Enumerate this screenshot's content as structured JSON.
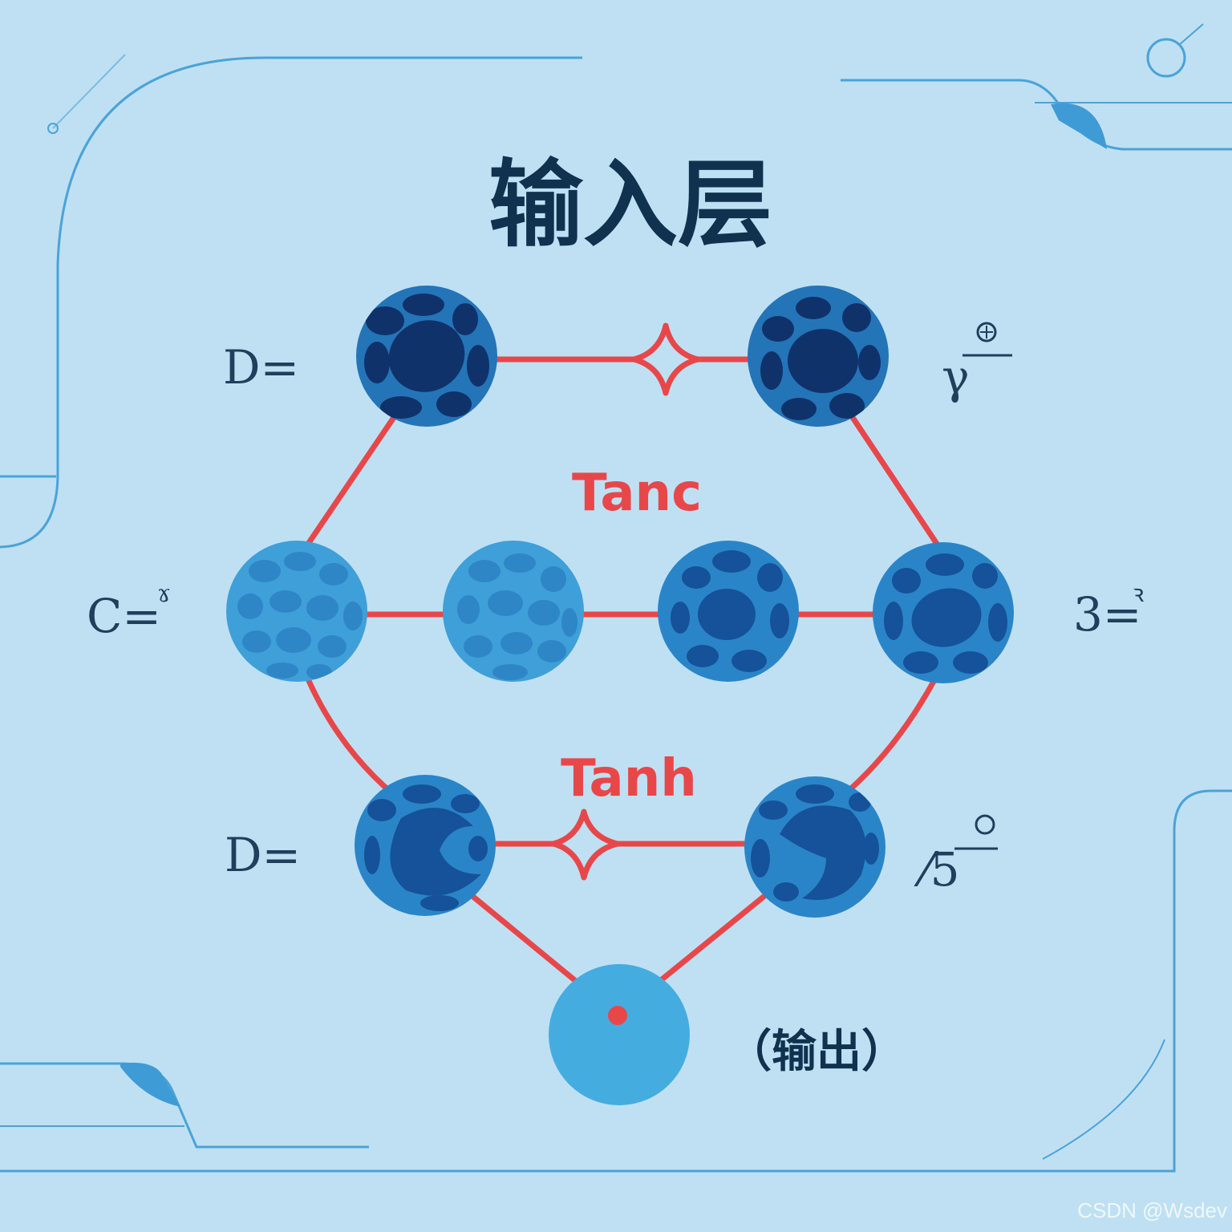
{
  "title": "输入层",
  "activations": {
    "top": "Tanc",
    "bottom": "Tanh"
  },
  "output_label": "（输出）",
  "equations": {
    "top_left": "D=",
    "top_right": "γ",
    "middle_left": "C=",
    "middle_left_sup": "ɤ",
    "middle_right": "3=",
    "middle_right_sup": "ꝛ",
    "bottom_left": "D=",
    "bottom_right": "⁄5"
  },
  "watermark": "CSDN @Wsdev",
  "nodes": [
    {
      "id": "n1",
      "tone": "dark"
    },
    {
      "id": "n2",
      "tone": "dark"
    },
    {
      "id": "n3",
      "tone": "light"
    },
    {
      "id": "n4",
      "tone": "light"
    },
    {
      "id": "n5",
      "tone": "medium"
    },
    {
      "id": "n6",
      "tone": "medium"
    },
    {
      "id": "n7",
      "tone": "medium"
    },
    {
      "id": "n8",
      "tone": "medium"
    },
    {
      "id": "out",
      "tone": "output"
    }
  ],
  "colors": {
    "background": "#bfe0f3",
    "frame_line": "#4aa3d8",
    "edge": "#e8474a",
    "node_dark_fill": "#2474b8",
    "node_dark_blob": "#10326a",
    "node_medium_fill": "#2a85c8",
    "node_medium_blob": "#15529a",
    "node_light_fill": "#3f9fd8",
    "node_light_blob": "#2e86c6",
    "output_fill": "#45ace0",
    "title": "#10324f"
  }
}
